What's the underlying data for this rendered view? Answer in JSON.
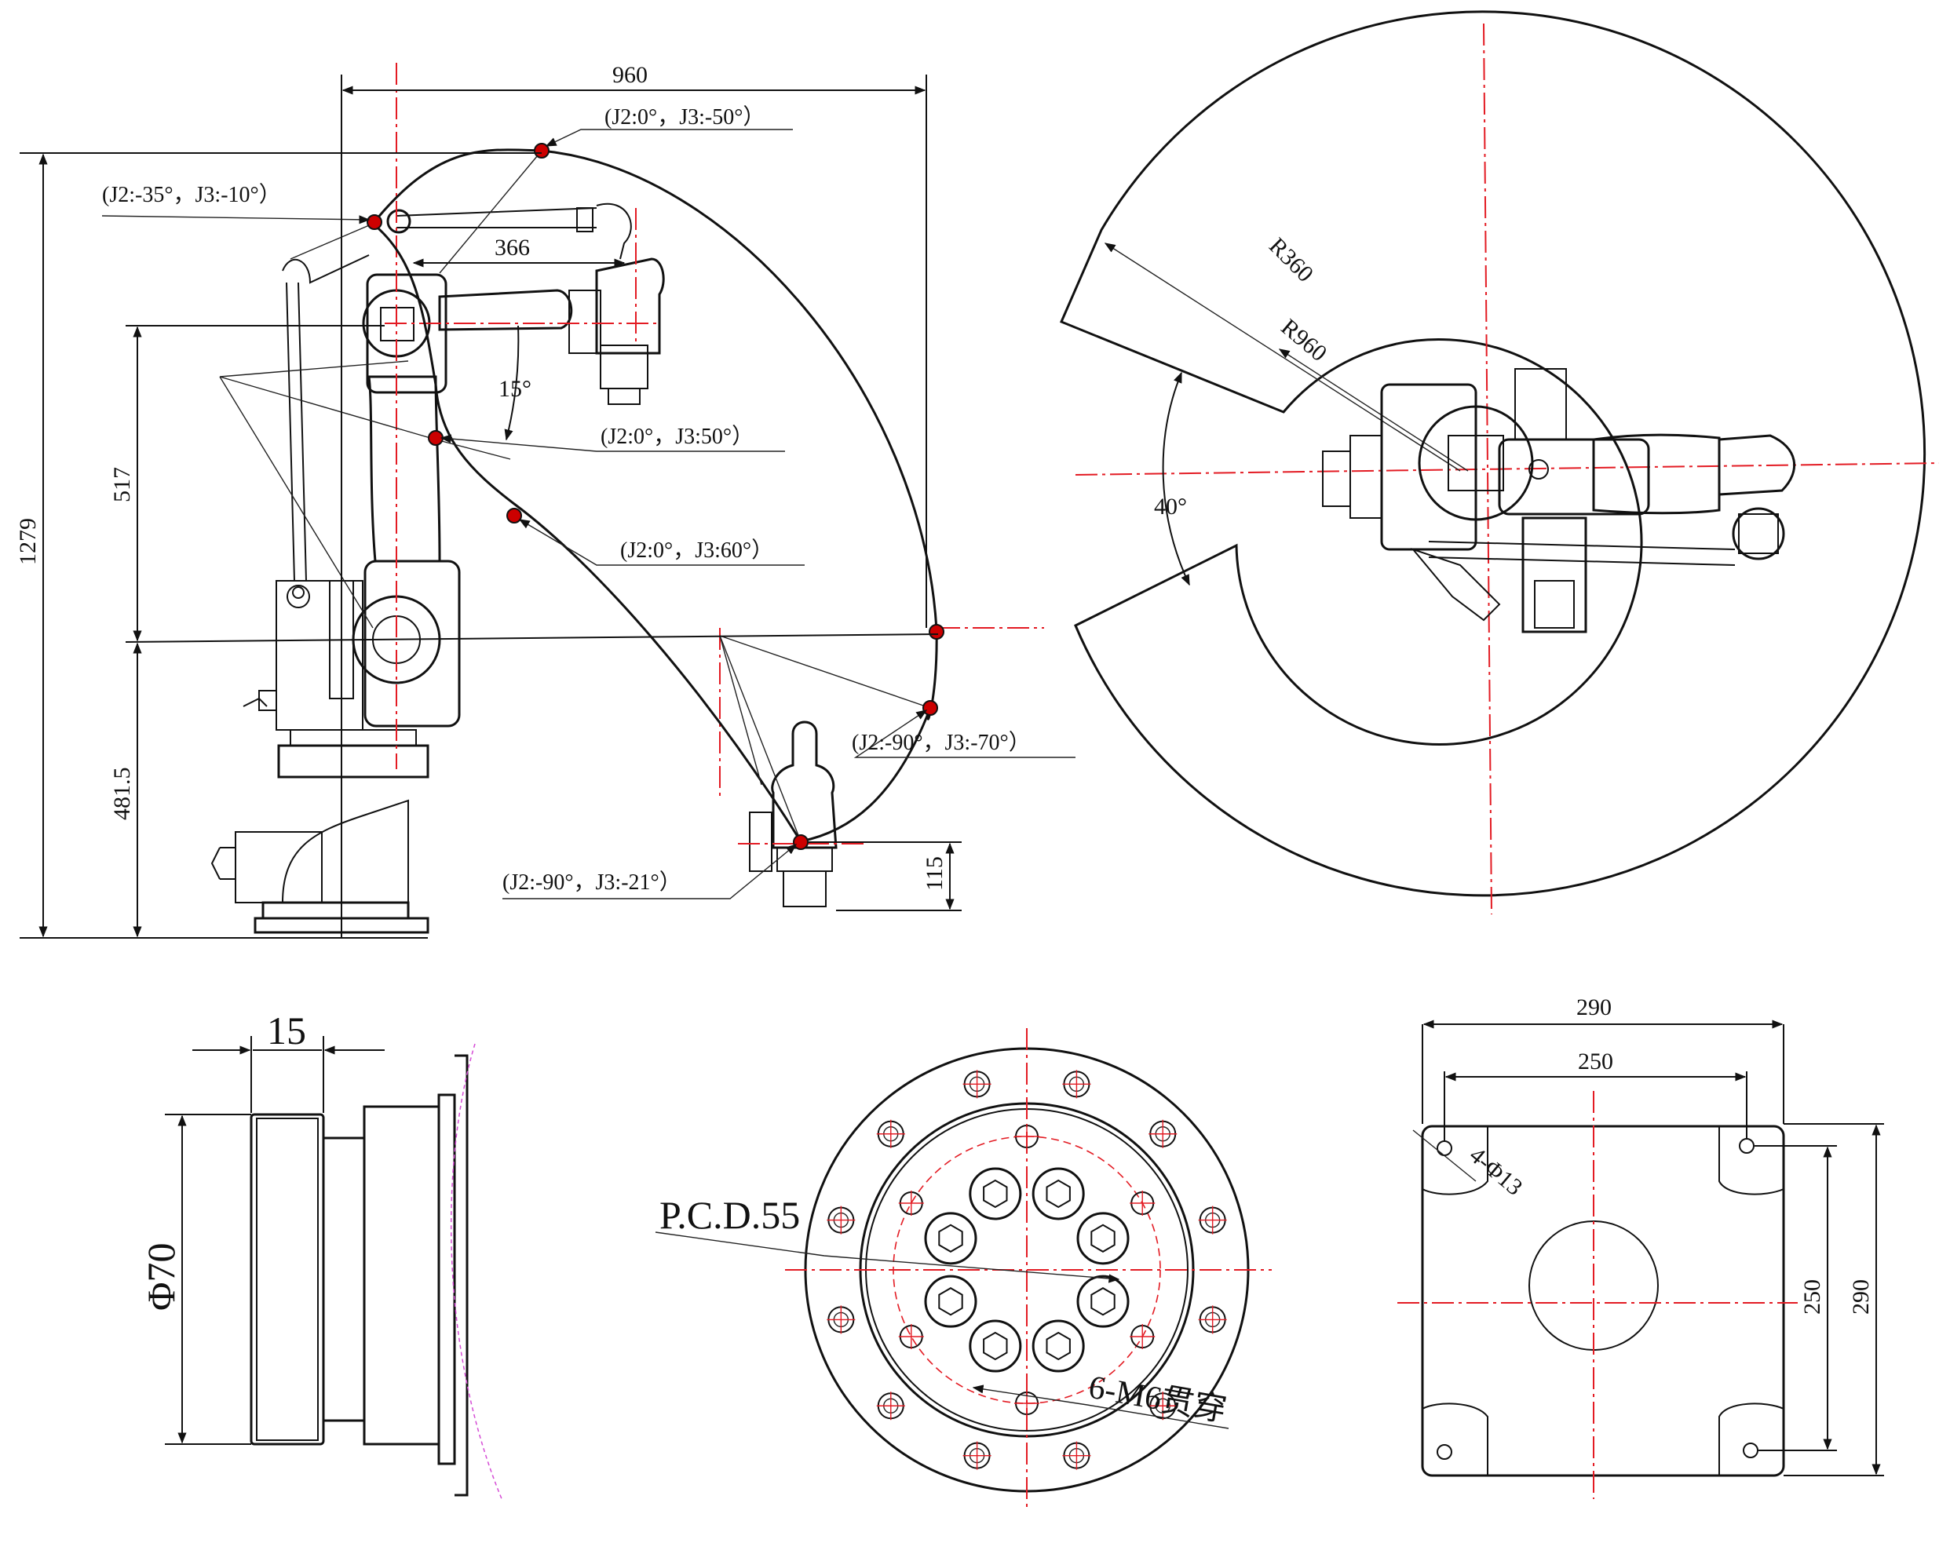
{
  "workspace_side_view": {
    "dims": {
      "reach": "960",
      "height_total": "1279",
      "arm_offset": "366",
      "upper": "517",
      "base_height": "481.5",
      "flange_drop": "115",
      "tilt_angle": "15°"
    },
    "positions": [
      {
        "label": "(J2:0°，J3:-50°）"
      },
      {
        "label": "(J2:-35°，J3:-10°）"
      },
      {
        "label": "(J2:0°，J3:50°）"
      },
      {
        "label": "(J2:0°，J3:60°）"
      },
      {
        "label": "(J2:-90°，J3:-70°）"
      },
      {
        "label": "(J2:-90°，J3:-21°）"
      }
    ]
  },
  "workspace_top_view": {
    "outer_radius": "R960",
    "inner_radius": "R360",
    "opening_angle": "40°"
  },
  "flange_side": {
    "thickness": "15",
    "diameter": "Φ70"
  },
  "flange_front": {
    "pcd": "P.C.D.55",
    "holes": "6-M6贯穿"
  },
  "base_plate": {
    "outer_width": "290",
    "hole_pitch_x": "250",
    "hole_pitch_y": "250",
    "outer_height": "290",
    "holes": "4-Φ13"
  }
}
